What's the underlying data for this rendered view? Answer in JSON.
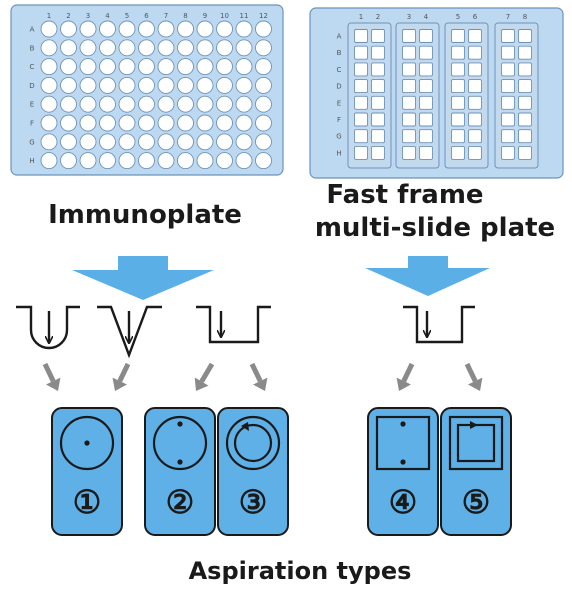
{
  "colors": {
    "plate_fill": "#bcd9f1",
    "plate_stroke": "#6e93b8",
    "well_fill": "#ffffff",
    "arrow_blue": "#5aafe6",
    "arrow_gray": "#8a8a8a",
    "type_card_fill": "#5fb0e6",
    "ink": "#1a1a1a"
  },
  "immunoplate": {
    "caption": "Immunoplate",
    "columns": [
      "1",
      "2",
      "3",
      "4",
      "5",
      "6",
      "7",
      "8",
      "9",
      "10",
      "11",
      "12"
    ],
    "rows": [
      "A",
      "B",
      "C",
      "D",
      "E",
      "F",
      "G",
      "H"
    ]
  },
  "fast_frame": {
    "caption_line1": "Fast frame",
    "caption_line2": "multi-slide plate",
    "columns": [
      "1",
      "2",
      "3",
      "4",
      "5",
      "6",
      "7",
      "8"
    ],
    "rows": [
      "A",
      "B",
      "C",
      "D",
      "E",
      "F",
      "G",
      "H"
    ]
  },
  "aspiration": {
    "caption": "Aspiration types",
    "types": [
      {
        "number": "1",
        "label": "①",
        "well": "round",
        "pattern": "center point"
      },
      {
        "number": "2",
        "label": "②",
        "well": "round",
        "pattern": "two points"
      },
      {
        "number": "3",
        "label": "③",
        "well": "round",
        "pattern": "circular sweep"
      },
      {
        "number": "4",
        "label": "④",
        "well": "square",
        "pattern": "two points"
      },
      {
        "number": "5",
        "label": "⑤",
        "well": "square",
        "pattern": "square sweep"
      }
    ]
  },
  "well_profiles": [
    {
      "name": "round-bottom"
    },
    {
      "name": "v-bottom"
    },
    {
      "name": "flat-bottom"
    },
    {
      "name": "flat-bottom"
    }
  ]
}
